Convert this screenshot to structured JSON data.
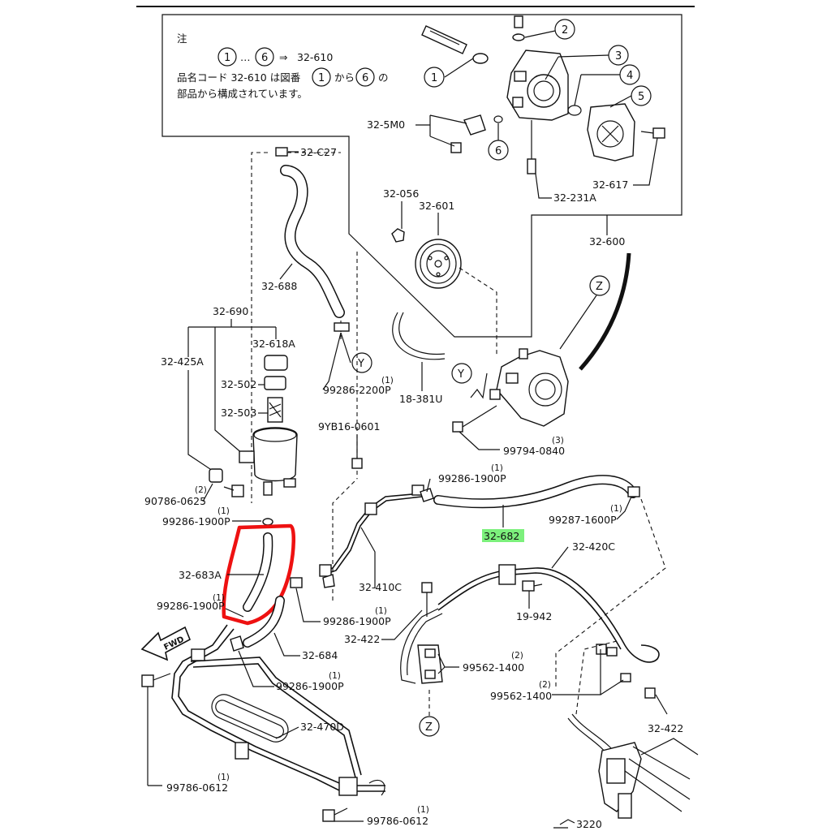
{
  "note": {
    "title": "注",
    "range_from": "1",
    "range_sep": "…",
    "range_to": "6",
    "arrow": "⇒",
    "range_target": "32-610",
    "line2_pre": "品名コード 32-610 は図番",
    "line2_from": "1",
    "line2_mid": "から",
    "line2_to": "6",
    "line2_post": "の",
    "line3": "部品から構成されています。"
  },
  "callouts": [
    "1",
    "2",
    "3",
    "4",
    "5",
    "6"
  ],
  "pump_labels": {
    "p32_5m0": "32-5M0",
    "p32_617": "32-617",
    "p32_231a": "32-231A",
    "p32_056": "32-056",
    "p32_601": "32-601",
    "p32_600": "32-600"
  },
  "view_markers": {
    "z": "Z",
    "y": "Y"
  },
  "labels": {
    "p32_c27": "32-C27",
    "p32_688": "32-688",
    "p32_690": "32-690",
    "p32_618a": "32-618A",
    "p32_425a": "32-425A",
    "p32_502": "32-502",
    "p32_503": "32-503",
    "p99286_2200p": "99286-2200P",
    "p18_381u": "18-381U",
    "p9yb16_0601": "9YB16-0601",
    "p99794_0840": "99794-0840",
    "p90786_0625": "90786-0625",
    "p99286_1900p_a": "99286-1900P",
    "p99286_1900p_b": "99286-1900P",
    "p32_682": "32-682",
    "p99287_1600p": "99287-1600P",
    "p32_683a": "32-683A",
    "p99286_1900p_c": "99286-1900P",
    "p99286_1900p_d": "99286-1900P",
    "p32_410c": "32-410C",
    "p32_420c": "32-420C",
    "p19_942": "19-942",
    "p32_422_a": "32-422",
    "p99562_1400_a": "99562-1400",
    "p99562_1400_b": "99562-1400",
    "p32_684": "32-684",
    "p99286_1900p_e": "99286-1900P",
    "p32_422_b": "32-422",
    "p32_470d": "32-470D",
    "p99786_0612_a": "99786-0612",
    "p99786_0612_b": "99786-0612",
    "p3220": "3220",
    "fwd": "FWD"
  },
  "quantities": {
    "q99286_2200p": "(1)",
    "q99794_0840": "(3)",
    "q90786_0625": "(2)",
    "q99286_1900p_a": "(1)",
    "q99286_1900p_b": "(1)",
    "q99287_1600p": "(1)",
    "q99286_1900p_c": "(1)",
    "q99286_1900p_d": "(1)",
    "q99562_1400_a": "(2)",
    "q99562_1400_b": "(2)",
    "q99286_1900p_e": "(1)",
    "q99786_0612_a": "(1)",
    "q99786_0612_b": "(1)"
  },
  "highlight": {
    "color": "#ee1111",
    "label_bg": "#7cf07c"
  }
}
